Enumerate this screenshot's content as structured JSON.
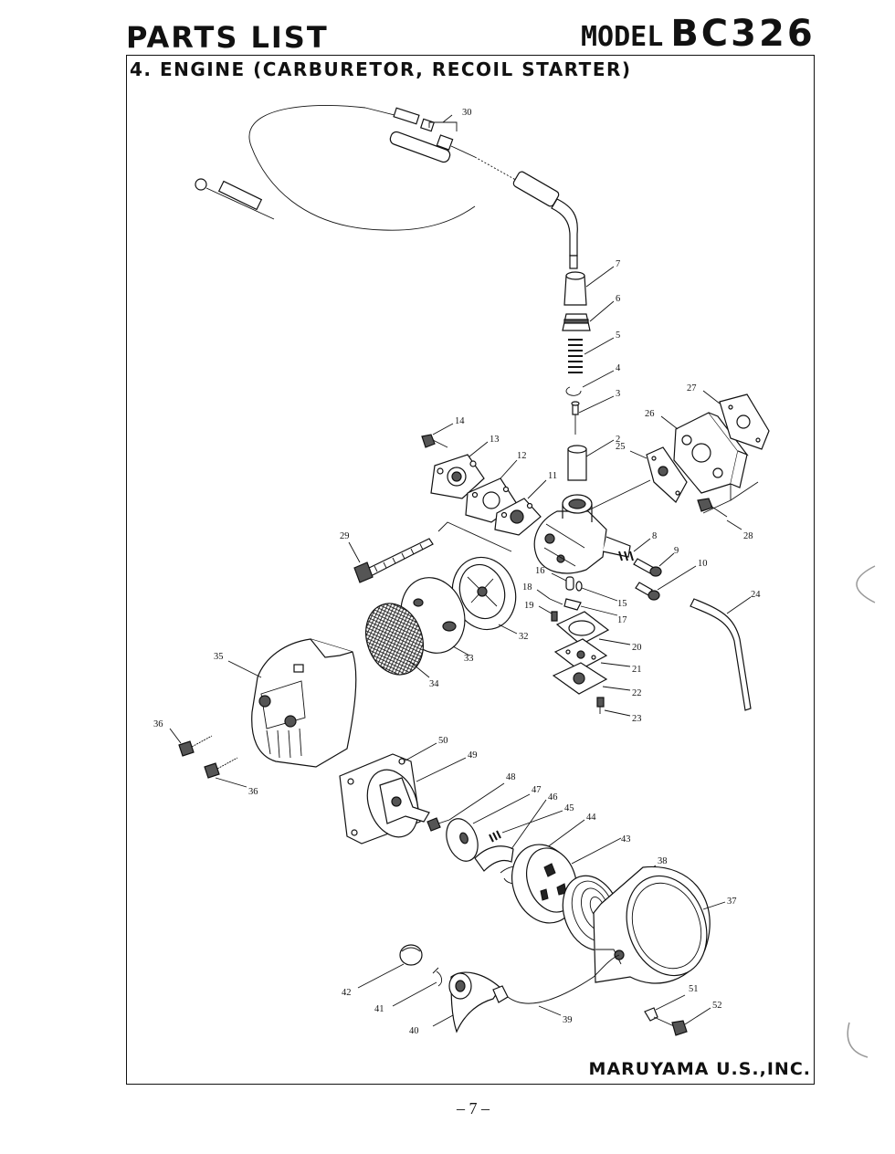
{
  "header": {
    "title": "PARTS LIST",
    "model_prefix": "MODEL",
    "model_number": "BC326"
  },
  "section": {
    "title": "4. ENGINE (CARBURETOR, RECOIL STARTER)"
  },
  "footer": {
    "brand": "MARUYAMA U.S.,INC.",
    "page": "– 7 –"
  },
  "callouts": {
    "n2": "2",
    "n3": "3",
    "n4": "4",
    "n5": "5",
    "n6": "6",
    "n7": "7",
    "n8": "8",
    "n9": "9",
    "n10": "10",
    "n11": "11",
    "n12": "12",
    "n13": "13",
    "n14": "14",
    "n15": "15",
    "n16": "16",
    "n17": "17",
    "n18": "18",
    "n19": "19",
    "n20": "20",
    "n21": "21",
    "n22": "22",
    "n23": "23",
    "n24": "24",
    "n25": "25",
    "n26": "26",
    "n27": "27",
    "n28": "28",
    "n29": "29",
    "n30": "30",
    "n32": "32",
    "n33": "33",
    "n34": "34",
    "n35": "35",
    "n36a": "36",
    "n36b": "36",
    "n37": "37",
    "n38": "38",
    "n39": "39",
    "n40": "40",
    "n41": "41",
    "n42": "42",
    "n43": "43",
    "n44": "44",
    "n45": "45",
    "n46": "46",
    "n47": "47",
    "n48": "48",
    "n49": "49",
    "n50": "50",
    "n51": "51",
    "n52": "52"
  }
}
